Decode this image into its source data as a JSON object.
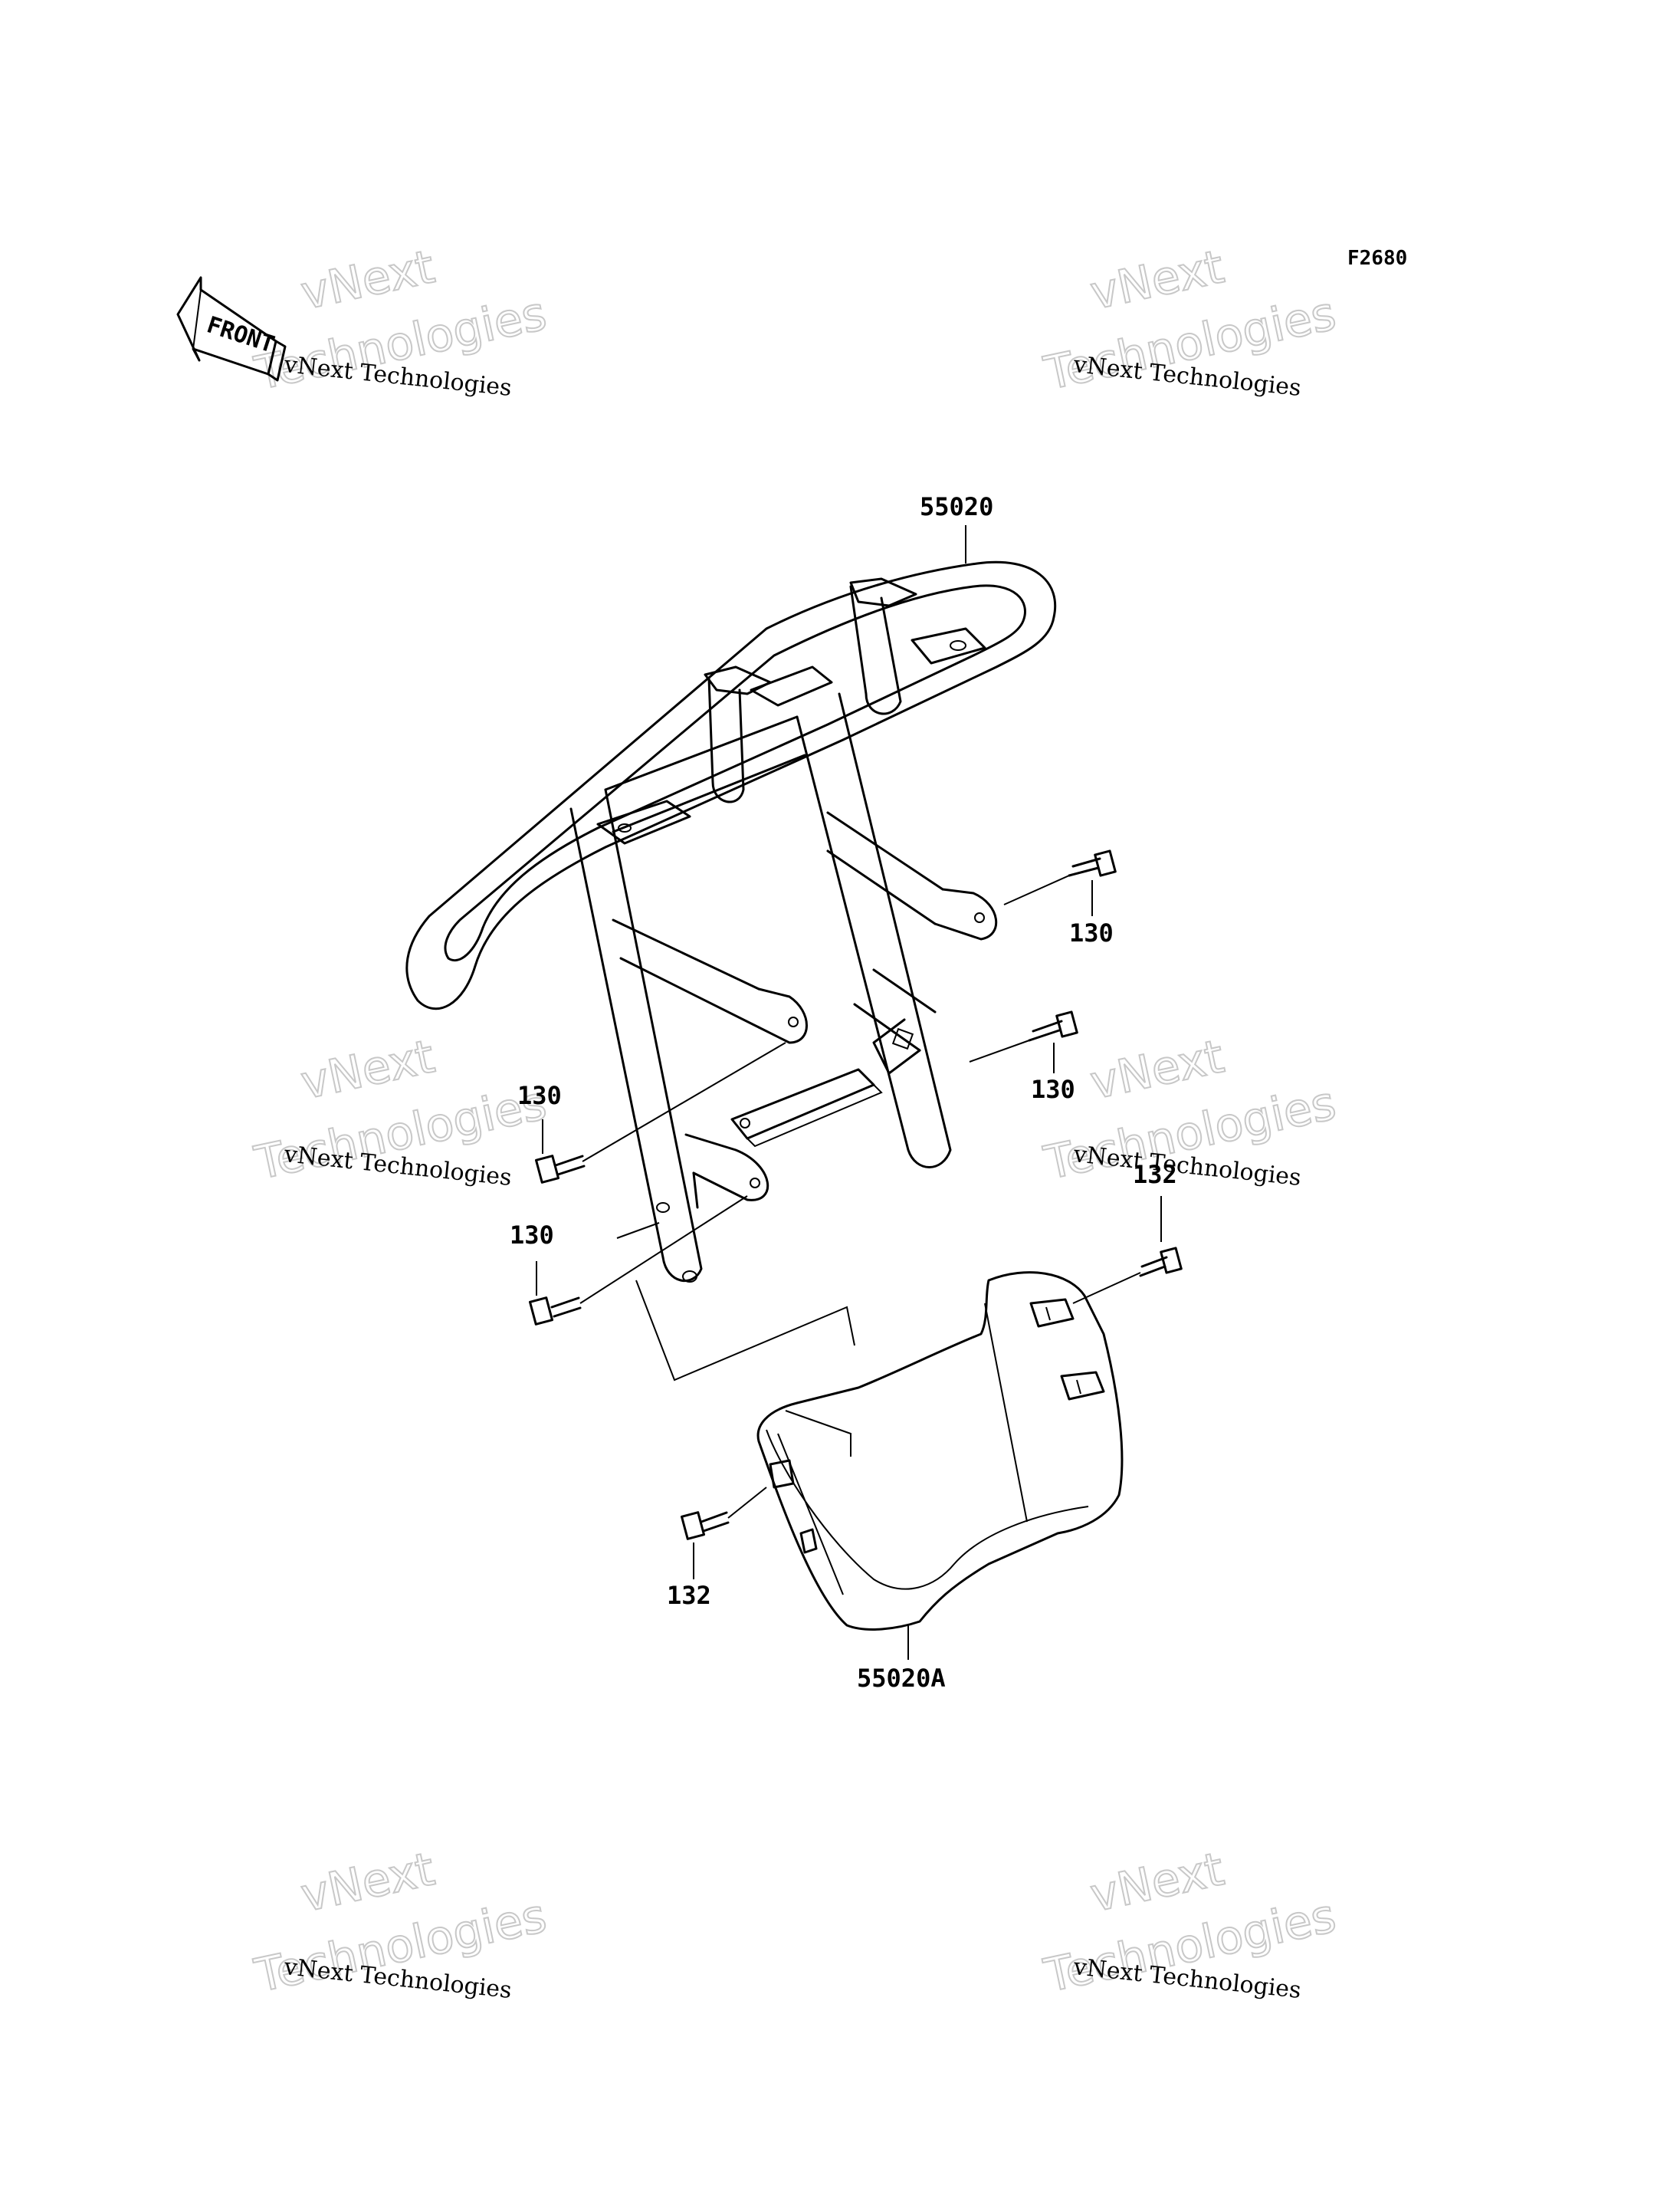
{
  "figure": {
    "id": "F2680",
    "front_label": "FRONT"
  },
  "parts": {
    "guard": "55020",
    "skid_plate": "55020A",
    "bolt_upper_right": "130",
    "bolt_mid_right": "130",
    "bolt_mid_left": "130",
    "bolt_lower_left": "130",
    "bolt_plate_right": "132",
    "bolt_plate_left": "132"
  },
  "watermarks": [
    {
      "small": "vNext Technologies",
      "big1": "vNext",
      "big2": "Technologies"
    },
    {
      "small": "vNext Technologies",
      "big1": "vNext",
      "big2": "Technologies"
    },
    {
      "small": "vNext Technologies",
      "big1": "vNext",
      "big2": "Technologies"
    },
    {
      "small": "vNext Technologies",
      "big1": "vNext",
      "big2": "Technologies"
    },
    {
      "small": "vNext Technologies",
      "big1": "vNext",
      "big2": "Technologies"
    },
    {
      "small": "vNext Technologies",
      "big1": "vNext",
      "big2": "Technologies"
    }
  ]
}
